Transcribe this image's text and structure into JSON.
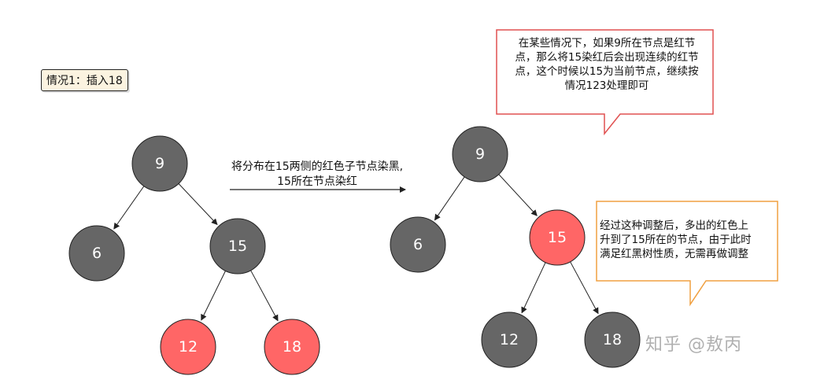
{
  "case_label": "情况1：插入18",
  "transform": {
    "line1": "将分布在15两侧的红色子节点染黑,",
    "line2": "15所在节点染红"
  },
  "colors": {
    "black_node": "#666666",
    "red_node": "#ff6666",
    "node_stroke": "#222222",
    "edge": "#222222",
    "note_top_border": "#e05050",
    "note_bottom_border": "#f0a040"
  },
  "tree_before": {
    "root": "9",
    "nodes": [
      {
        "id": "b9",
        "label": "9",
        "color": "black"
      },
      {
        "id": "b6",
        "label": "6",
        "color": "black"
      },
      {
        "id": "b15",
        "label": "15",
        "color": "black"
      },
      {
        "id": "b12",
        "label": "12",
        "color": "red"
      },
      {
        "id": "b18",
        "label": "18",
        "color": "red"
      }
    ],
    "edges": [
      [
        "b9",
        "b6"
      ],
      [
        "b9",
        "b15"
      ],
      [
        "b15",
        "b12"
      ],
      [
        "b15",
        "b18"
      ]
    ]
  },
  "tree_after": {
    "root": "9",
    "nodes": [
      {
        "id": "a9",
        "label": "9",
        "color": "black"
      },
      {
        "id": "a6",
        "label": "6",
        "color": "black"
      },
      {
        "id": "a15",
        "label": "15",
        "color": "red"
      },
      {
        "id": "a12",
        "label": "12",
        "color": "black"
      },
      {
        "id": "a18",
        "label": "18",
        "color": "black"
      }
    ],
    "edges": [
      [
        "a9",
        "a6"
      ],
      [
        "a9",
        "a15"
      ],
      [
        "a15",
        "a12"
      ],
      [
        "a15",
        "a18"
      ]
    ]
  },
  "note_top": {
    "lines": [
      "在某些情况下，如果9所在节点是红节",
      "点，那么将15染红后会出现连续的红节",
      "点，这个时候以15为当前节点，继续按",
      "情况123处理即可"
    ]
  },
  "note_bottom": {
    "lines": [
      "经过这种调整后，多出的红色上",
      "升到了15所在的节点，由于此时",
      "满足红黑树性质，无需再做调整"
    ]
  },
  "watermark": "知乎 @敖丙"
}
